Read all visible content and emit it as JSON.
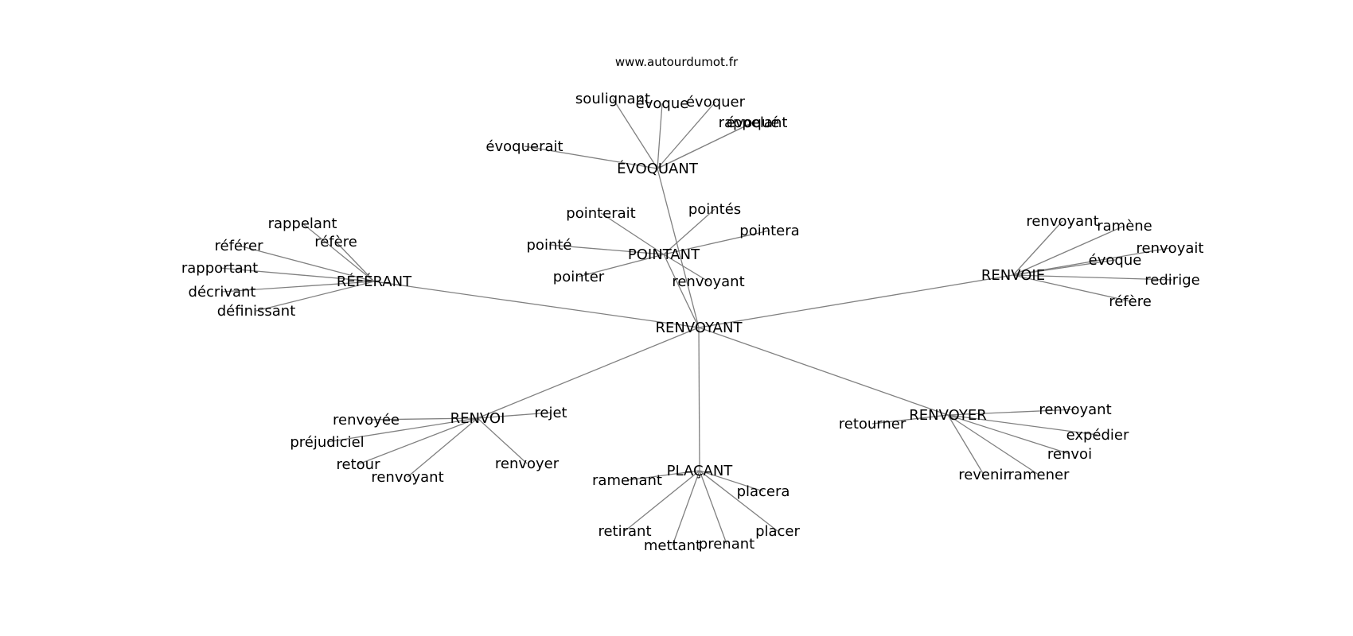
{
  "watermark": "www.autourdumot.fr",
  "graph": {
    "center": "RENVOYANT",
    "hubs": [
      {
        "label": "ÉVOQUANT",
        "leaves": [
          "évoquerait",
          "soulignant",
          "évoque",
          "évoquer",
          "évoqué",
          "rappelant"
        ]
      },
      {
        "label": "POINTANT",
        "leaves": [
          "pointerait",
          "pointés",
          "pointera",
          "pointé",
          "pointer",
          "renvoyant"
        ]
      },
      {
        "label": "RÉFÉRANT",
        "leaves": [
          "rappelant",
          "référer",
          "réfère",
          "rapportant",
          "décrivant",
          "définissant"
        ]
      },
      {
        "label": "RENVOIE",
        "leaves": [
          "renvoyant",
          "ramène",
          "renvoyait",
          "évoque",
          "redirige",
          "réfère"
        ]
      },
      {
        "label": "RENVOI",
        "leaves": [
          "renvoyée",
          "rejet",
          "préjudiciel",
          "retour",
          "renvoyant",
          "renvoyer"
        ]
      },
      {
        "label": "PLAÇANT",
        "leaves": [
          "ramenant",
          "placera",
          "retirant",
          "mettant",
          "prenant",
          "placer"
        ]
      },
      {
        "label": "RENVOYER",
        "leaves": [
          "retourner",
          "renvoyant",
          "expédier",
          "renvoi",
          "revenir",
          "ramener"
        ]
      }
    ]
  }
}
